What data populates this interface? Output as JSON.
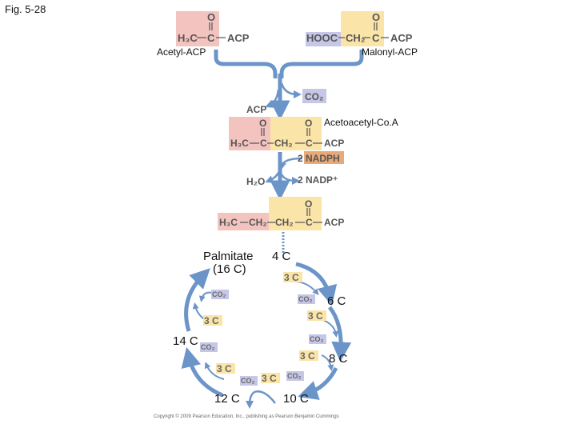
{
  "figure_label": "Fig. 5-28",
  "colors": {
    "pink": "#f3c3bf",
    "yellow": "#fbe4a8",
    "orange": "#e7a978",
    "lavender": "#c6c6e6",
    "arrow": "#6b94c8"
  },
  "top": {
    "acetyl_chem": {
      "o": "O",
      "h3c": "H₃C",
      "c": "C",
      "acp": "ACP"
    },
    "acetyl_label": "Acetyl-ACP",
    "malonyl_chem": {
      "o": "O",
      "hooc": "HOOC",
      "ch2": "CH₂",
      "c": "C",
      "acp": "ACP"
    },
    "malonyl_label": "Malonyl-ACP"
  },
  "condensation": {
    "co2": "CO₂",
    "acp": "ACP",
    "acetoacetyl_label": "Acetoacetyl-Co.A",
    "chem": {
      "o1": "O",
      "o2": "O",
      "h3c": "H₃C",
      "c1": "C",
      "ch2": "CH₂",
      "c2": "C",
      "acp": "ACP"
    }
  },
  "reduction": {
    "nadph": "2 NADPH",
    "h2o": "H₂O",
    "nadp": "2 NADP⁺",
    "chem": {
      "o": "O",
      "h3c": "H₃C",
      "ch2a": "CH₂",
      "ch2b": "CH₂",
      "c": "C",
      "acp": "ACP"
    }
  },
  "cycle": {
    "palmitate": "Palmitate",
    "palmitate_sub": "(16 C)",
    "stages": [
      "4 C",
      "6 C",
      "8 C",
      "10 C",
      "12 C",
      "14 C"
    ],
    "three_c": "3 C",
    "co2": "CO₂"
  },
  "copyright": "Copyright © 2009 Pearson Education, Inc., publishing as Pearson Benjamin Cummings"
}
